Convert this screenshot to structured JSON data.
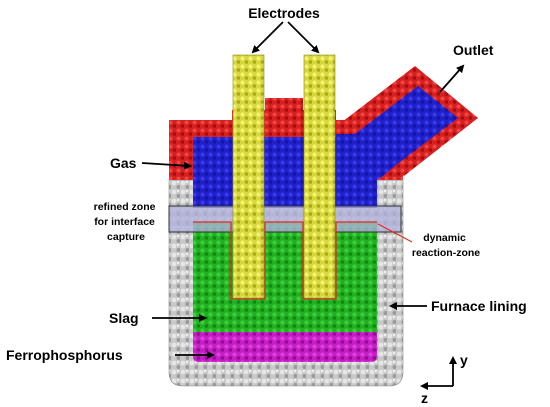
{
  "labels": {
    "electrodes": "Electrodes",
    "outlet": "Outlet",
    "gas": "Gas",
    "refined_zone": [
      "refined zone",
      "for interface",
      "capture"
    ],
    "dynamic_zone": [
      "dynamic",
      "reaction-zone"
    ],
    "furnace_lining": "Furnace lining",
    "slag": "Slag",
    "ferrophosphorus": "Ferrophosphorus",
    "axis_y": "y",
    "axis_z": "z"
  },
  "colors": {
    "gas": "#d61f1f",
    "inner_gas": "#2020c8",
    "electrode": "#d8d83a",
    "slag": "#22b022",
    "ferrophosphorus": "#c21ec2",
    "lining": "#c4c4c4",
    "refined_band": "#a8a8d8",
    "reaction_zone": "#e03020"
  }
}
